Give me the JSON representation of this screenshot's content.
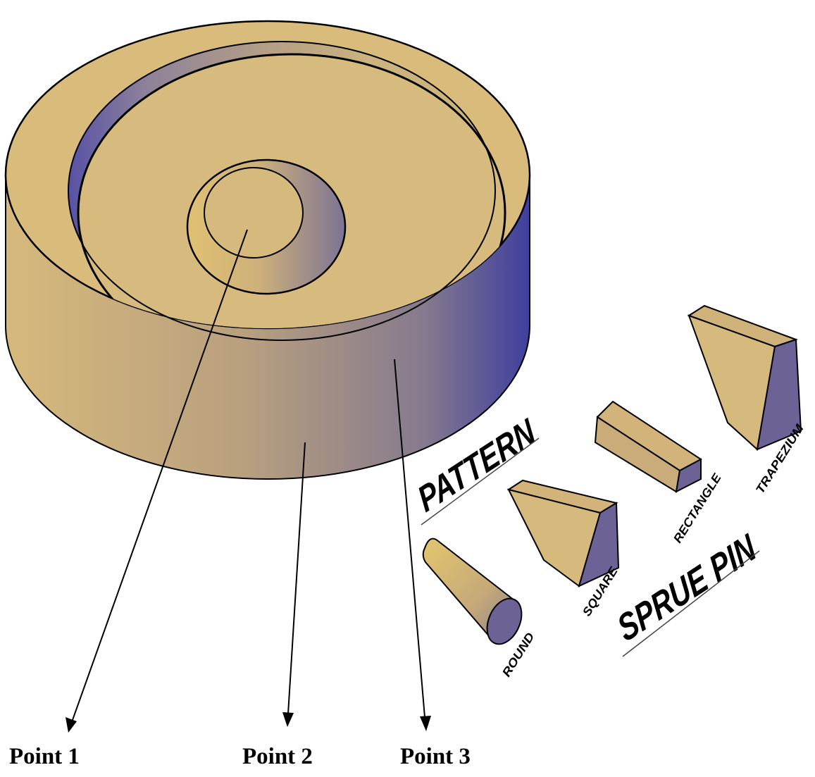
{
  "diagram": {
    "group_label": "PATTERN",
    "sprue_label": "SPRUE PIN",
    "pins": [
      {
        "name": "ROUND"
      },
      {
        "name": "SQUARE"
      },
      {
        "name": "RECTANGLE"
      },
      {
        "name": "TRAPEZIUM"
      }
    ],
    "points": [
      {
        "label": "Point 1"
      },
      {
        "label": "Point 2"
      },
      {
        "label": "Point 3"
      }
    ]
  },
  "colors": {
    "top_face": "#d9bc7c",
    "side_light": "#d2b57a",
    "side_mid": "#8a7d8a",
    "side_dark": "#4e4aa0",
    "shade_purple": "#6d6296",
    "outline": "#000000"
  }
}
